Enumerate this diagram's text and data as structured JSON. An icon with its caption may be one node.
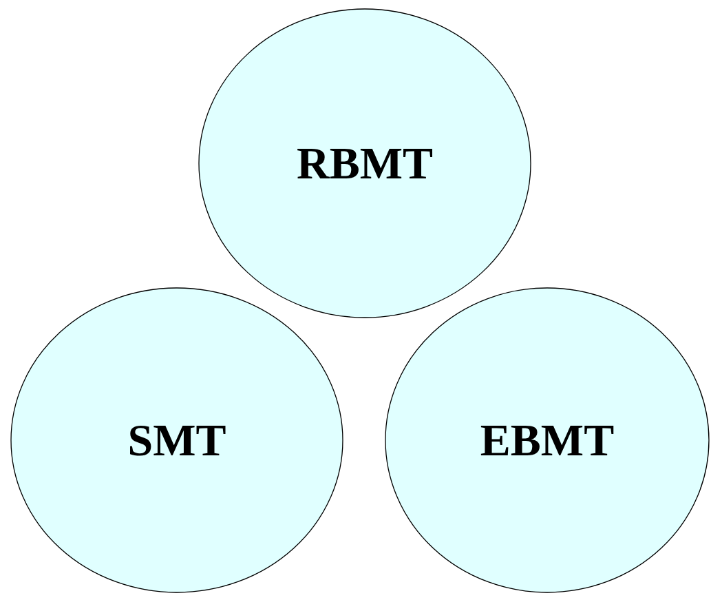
{
  "diagram": {
    "nodes": [
      {
        "text": [
          "RBMT"
        ]
      },
      {
        "text": [
          "SMT"
        ]
      },
      {
        "text": [
          "EBMT"
        ]
      }
    ]
  }
}
